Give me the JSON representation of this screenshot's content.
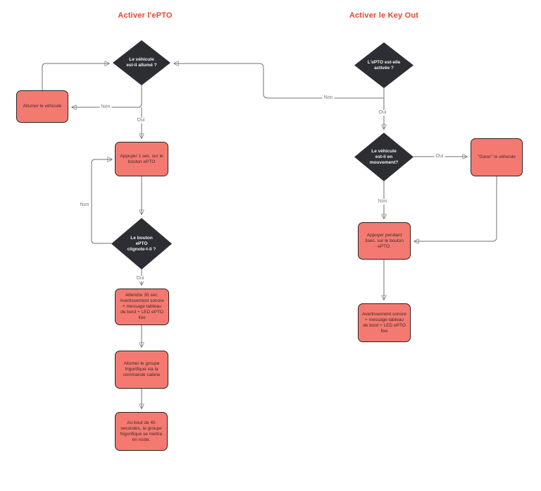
{
  "labels": {
    "oui": "Oui",
    "non": "Non"
  },
  "left": {
    "title": "Activer l'ePTO",
    "decision_vehicle_on": "Le véhicule\nest-il allumé ?",
    "turn_on_vehicle": "Allumer le véhicule",
    "press_button_1s": "Appuyer 1 sec. sur le\nbouton ePTO",
    "decision_button_blinks": "Le bouton\nePTO\nclignote-t-il ?",
    "wait_30s": "Attendre 30 sec.\nAvertissement sonore\n+ message tableau\nde bord + LED ePTO\nfixe",
    "start_fridge_unit": "Allumer le groupe\nfrigorifique via la\ncommande cabine",
    "after_45s": "Au bout de 45\nsecondes, le groupe\nfrigorifique se mettra\nen route."
  },
  "right": {
    "title": "Activer le Key Out",
    "decision_epto_active": "L'ePTO est-elle\nactivée ?",
    "decision_vehicle_moving": "Le véhicule\nest-il en\nmouvement?",
    "park_vehicle": "\"Garer\" le véhicule",
    "press_button_3s": "Appuyer pendant\n3sec. sur le bouton\nePTO.",
    "warning_feedback": "Avertissement sonore\n+ message tableau\nde bord + LED ePTO\nfixe"
  },
  "colors": {
    "title_text": "#e8462e",
    "process_fill": "#f47a71",
    "process_border": "#2e2122",
    "decision_fill": "#2d2d34",
    "decision_text": "#f2f2f2",
    "connector": "#707070"
  }
}
